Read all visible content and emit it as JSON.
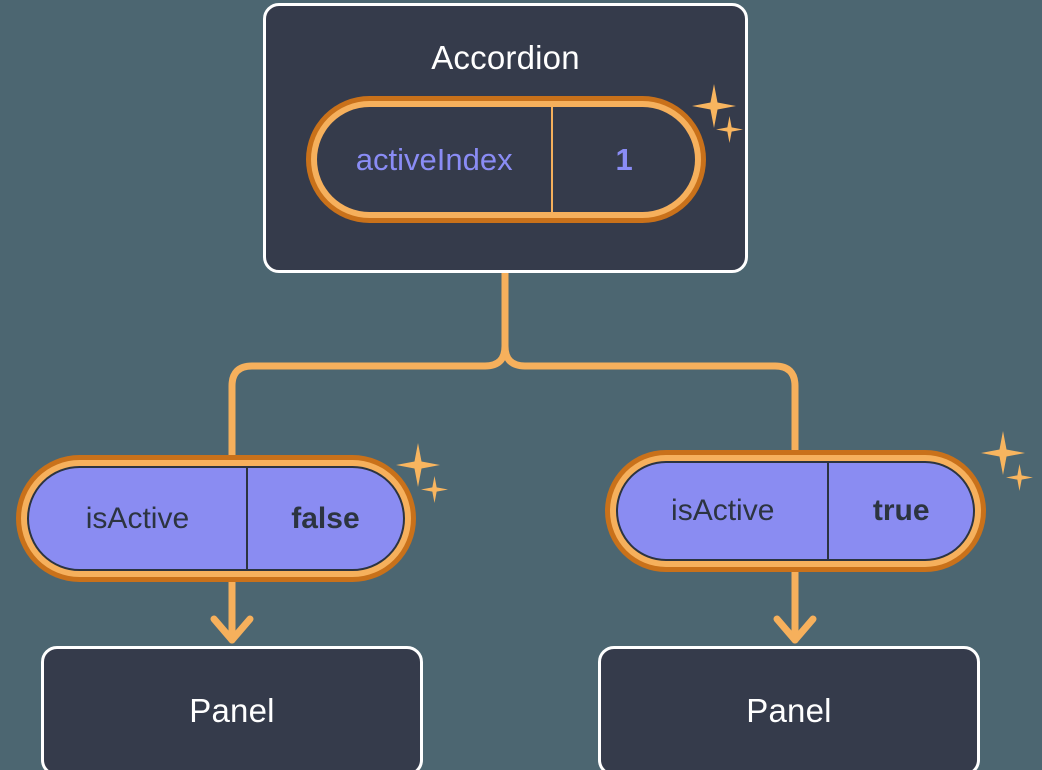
{
  "diagram": {
    "type": "component-state-tree",
    "background_color": "#4c6671",
    "accent_color": "#f6b05c",
    "accent_dark_color": "#c9711a",
    "state_fill_color": "#8a8cf2",
    "box_fill_color": "#353b4b",
    "box_border_color": "#ffffff",
    "value_text_color": "#8a8cf5"
  },
  "root": {
    "title": "Accordion",
    "state": {
      "key": "activeIndex",
      "value": "1",
      "sparkle_large": "sparkle-icon",
      "sparkle_small": "sparkle-icon"
    }
  },
  "children": [
    {
      "id": "left",
      "state": {
        "key": "isActive",
        "value": "false",
        "sparkle_large": "sparkle-icon",
        "sparkle_small": "sparkle-icon"
      },
      "component": {
        "title": "Panel"
      }
    },
    {
      "id": "right",
      "state": {
        "key": "isActive",
        "value": "true",
        "sparkle_large": "sparkle-icon",
        "sparkle_small": "sparkle-icon"
      },
      "component": {
        "title": "Panel"
      }
    }
  ],
  "connectors": {
    "trunk": "branch-connector",
    "left_arrow": "arrow-down-icon",
    "right_arrow": "arrow-down-icon"
  }
}
